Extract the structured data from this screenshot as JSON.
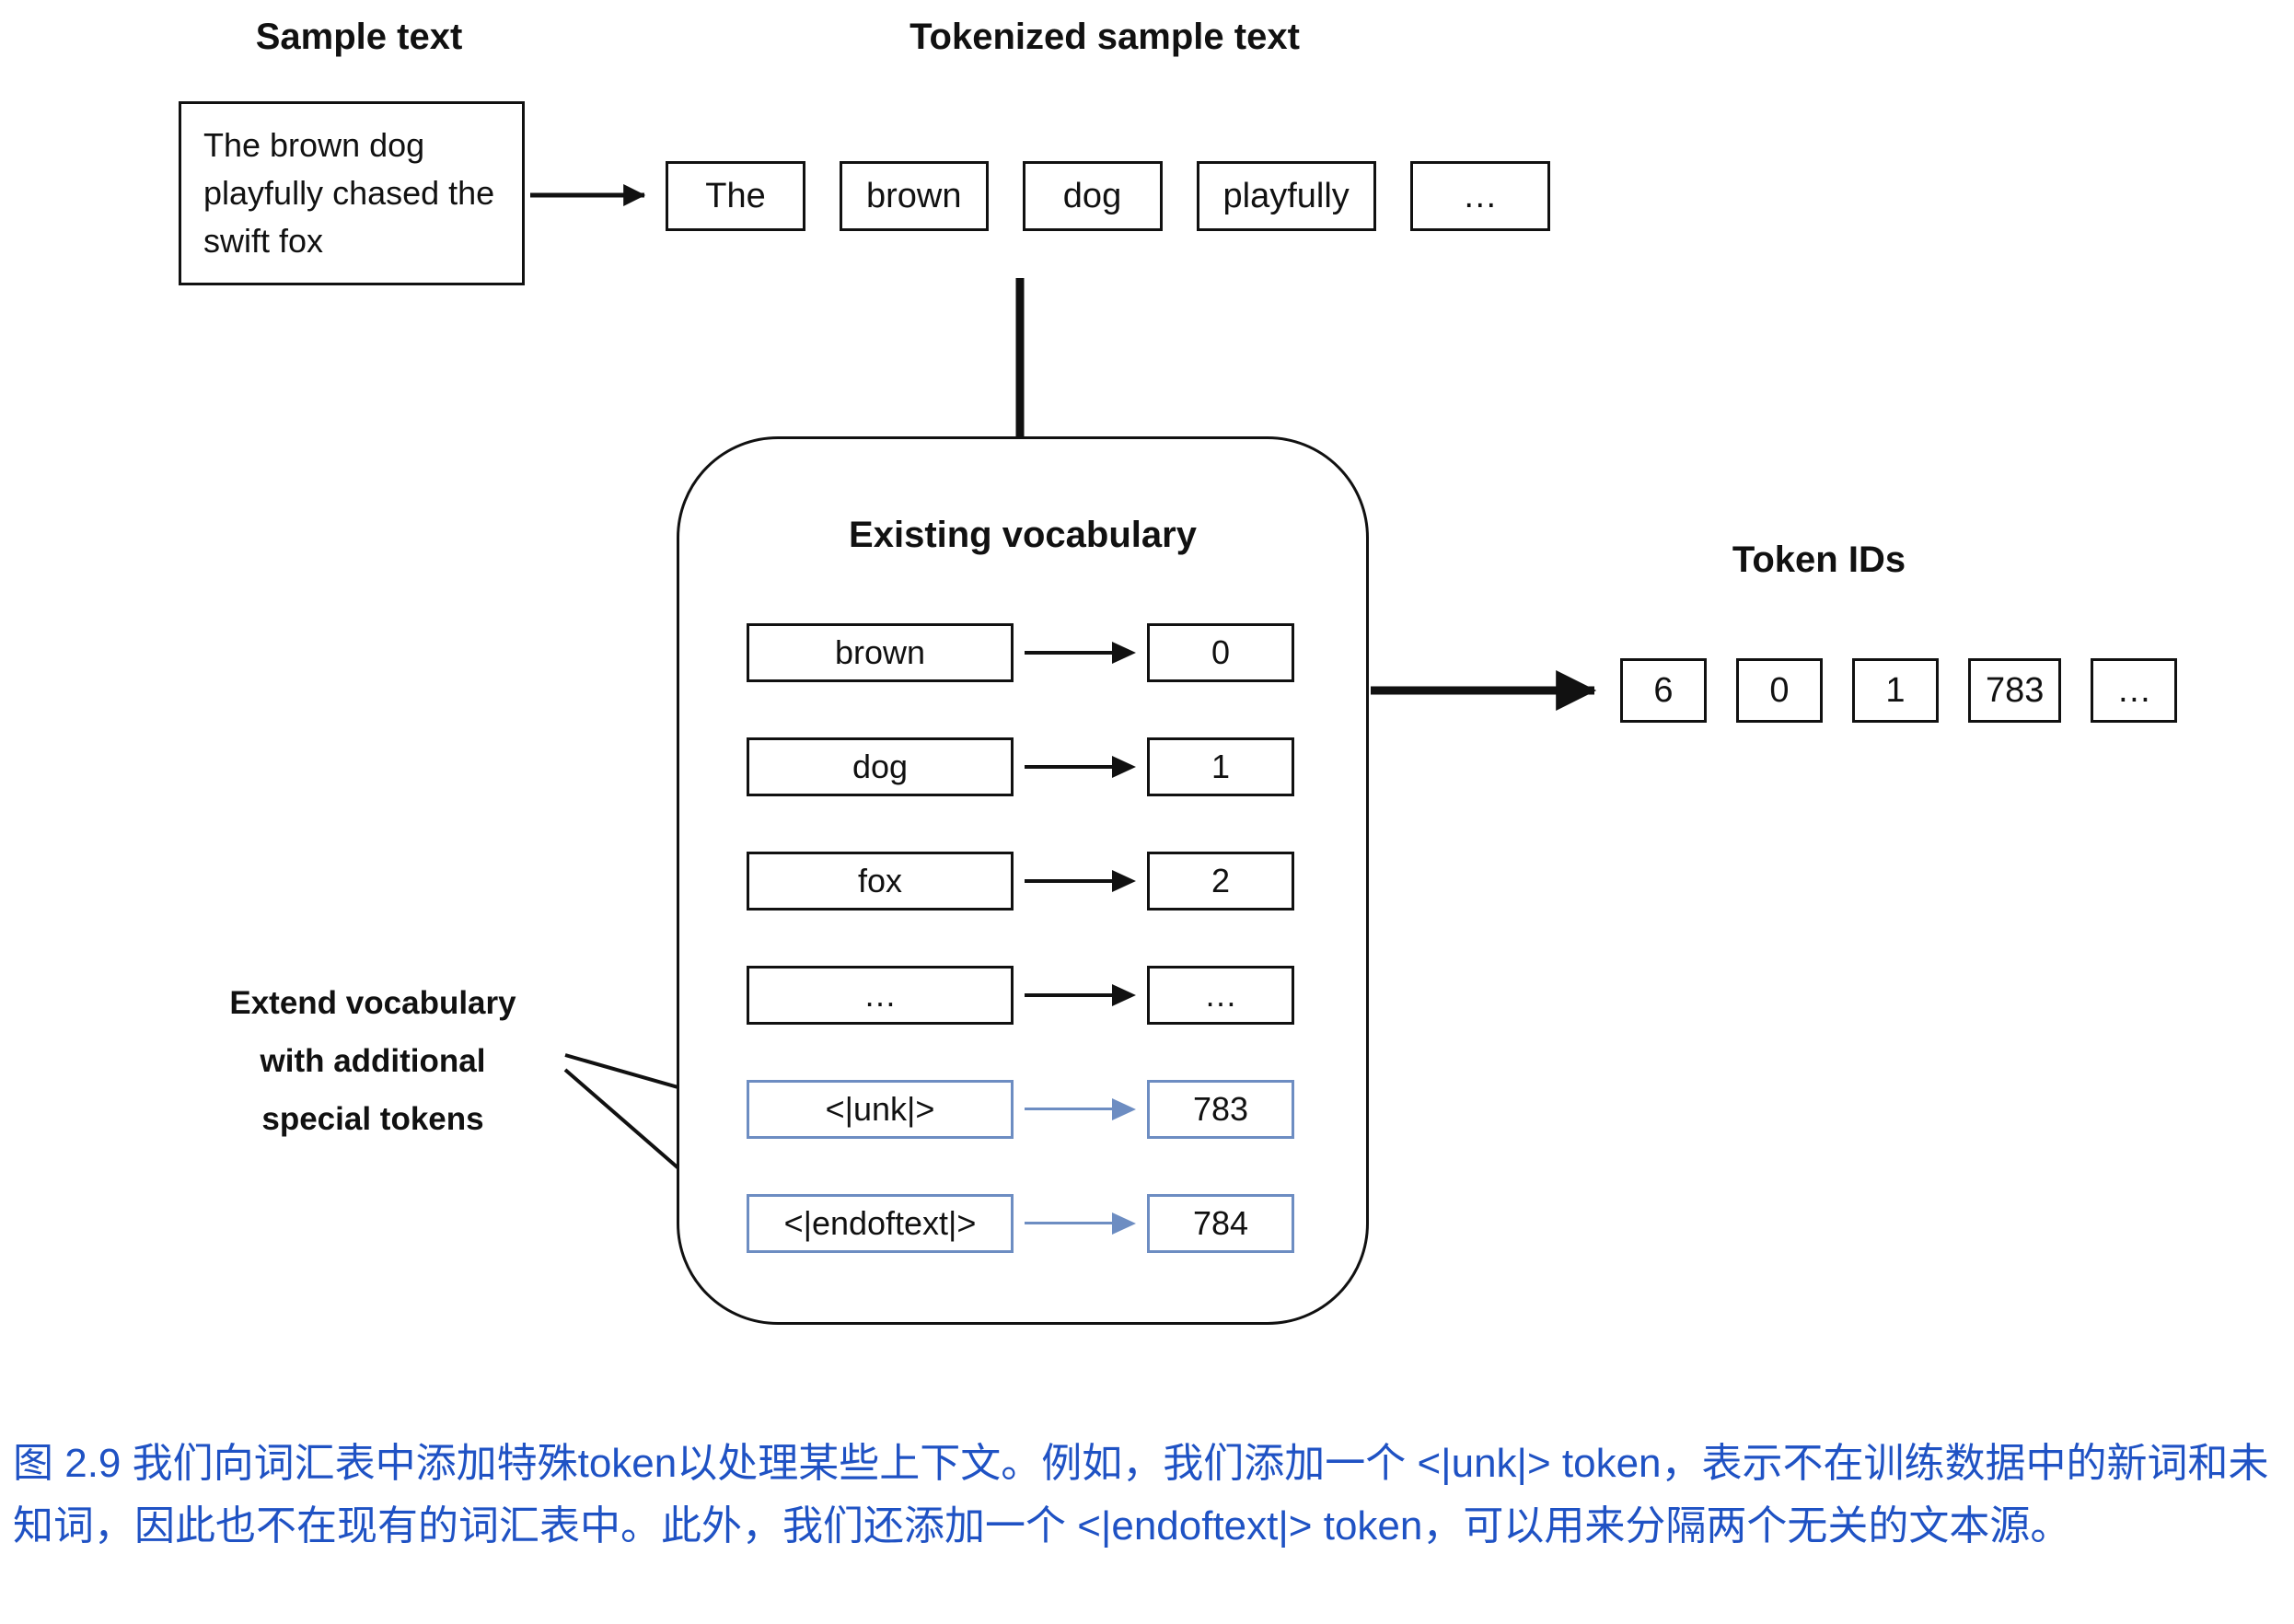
{
  "figure": {
    "headings": {
      "sample_text": "Sample text",
      "tokenized": "Tokenized sample text",
      "vocabulary": "Existing vocabulary",
      "token_ids": "Token IDs"
    },
    "sample_box_text": "The brown dog playfully chased the swift fox",
    "tokens": [
      "The",
      "brown",
      "dog",
      "playfully",
      "…"
    ],
    "vocabulary_rows": [
      {
        "word": "brown",
        "id": "0"
      },
      {
        "word": "dog",
        "id": "1"
      },
      {
        "word": "fox",
        "id": "2"
      },
      {
        "word": "…",
        "id": "…"
      },
      {
        "word": "<|unk|>",
        "id": "783"
      },
      {
        "word": "<|endoftext|>",
        "id": "784"
      }
    ],
    "annotation": {
      "line1": "Extend vocabulary",
      "line2": "with additional",
      "line3": "special tokens"
    },
    "token_id_values": [
      "6",
      "0",
      "1",
      "783",
      "…"
    ]
  },
  "caption": "图 2.9 我们向词汇表中添加特殊token以处理某些上下文。例如，我们添加一个 <|unk|> token，表示不在训练数据中的新词和未知词，因此也不在现有的词汇表中。此外，我们还添加一个 <|endoftext|> token，可以用来分隔两个无关的文本源。",
  "colors": {
    "line_black": "#111111",
    "special_blue": "#6d8dc2",
    "caption_blue": "#1f52c4"
  }
}
